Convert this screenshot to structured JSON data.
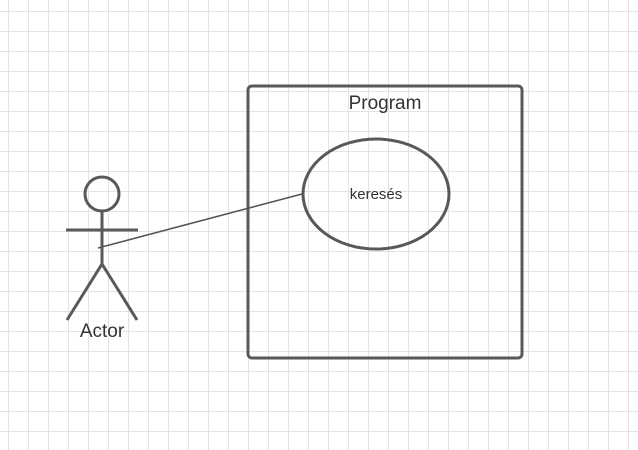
{
  "diagram": {
    "type": "use-case",
    "system": {
      "label": "Program"
    },
    "use_case": {
      "label": "keresés"
    },
    "actor": {
      "label": "Actor"
    },
    "association": {
      "from": "Actor",
      "to": "keresés"
    },
    "colors": {
      "stroke": "#595959",
      "connector": "#555555",
      "text": "#333333",
      "grid": "#e3e3e3",
      "background": "#ffffff"
    }
  }
}
